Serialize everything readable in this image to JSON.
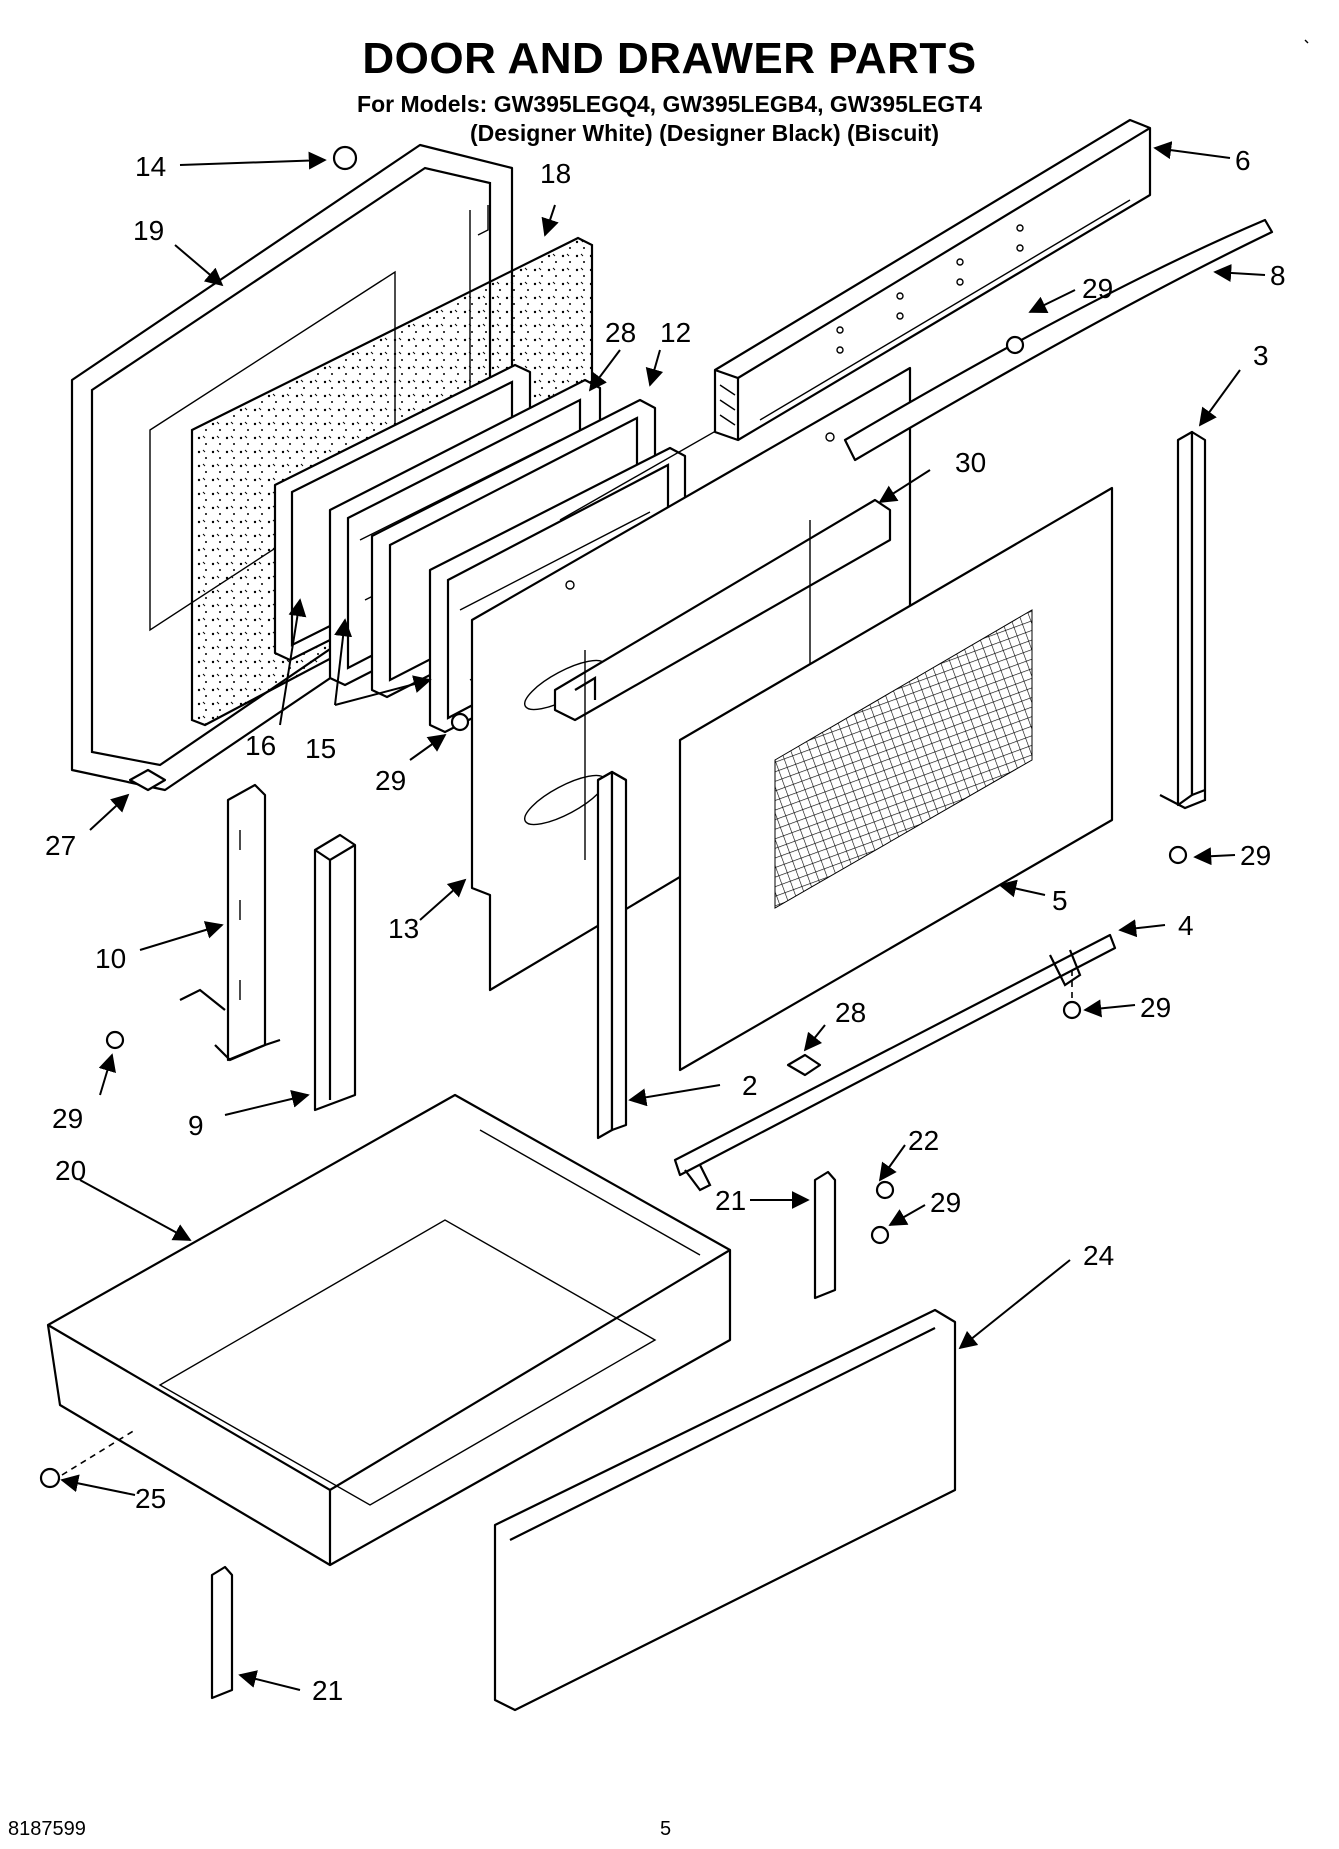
{
  "header": {
    "title": "DOOR AND DRAWER PARTS",
    "models": "For Models: GW395LEGQ4, GW395LEGB4, GW395LEGT4",
    "colors": "(Designer White) (Designer Black) (Biscuit)"
  },
  "footer": {
    "doc_number": "8187599",
    "page_number": "5"
  },
  "callouts": [
    {
      "id": "c14",
      "label": "14"
    },
    {
      "id": "c18",
      "label": "18"
    },
    {
      "id": "c19",
      "label": "19"
    },
    {
      "id": "c6",
      "label": "6"
    },
    {
      "id": "c8",
      "label": "8"
    },
    {
      "id": "c29a",
      "label": "29"
    },
    {
      "id": "c28a",
      "label": "28"
    },
    {
      "id": "c12",
      "label": "12"
    },
    {
      "id": "c3",
      "label": "3"
    },
    {
      "id": "c30",
      "label": "30"
    },
    {
      "id": "c16",
      "label": "16"
    },
    {
      "id": "c15",
      "label": "15"
    },
    {
      "id": "c29b",
      "label": "29"
    },
    {
      "id": "c27",
      "label": "27"
    },
    {
      "id": "c29c",
      "label": "29"
    },
    {
      "id": "c10",
      "label": "10"
    },
    {
      "id": "c13",
      "label": "13"
    },
    {
      "id": "c5",
      "label": "5"
    },
    {
      "id": "c4",
      "label": "4"
    },
    {
      "id": "c29d",
      "label": "29"
    },
    {
      "id": "c29e",
      "label": "29"
    },
    {
      "id": "c28b",
      "label": "28"
    },
    {
      "id": "c9",
      "label": "9"
    },
    {
      "id": "c2",
      "label": "2"
    },
    {
      "id": "c20",
      "label": "20"
    },
    {
      "id": "c22",
      "label": "22"
    },
    {
      "id": "c21a",
      "label": "21"
    },
    {
      "id": "c29f",
      "label": "29"
    },
    {
      "id": "c24",
      "label": "24"
    },
    {
      "id": "c25",
      "label": "25"
    },
    {
      "id": "c21b",
      "label": "21"
    }
  ]
}
